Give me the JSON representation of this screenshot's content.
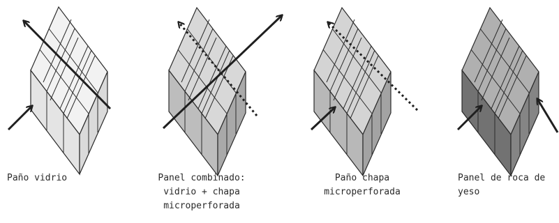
{
  "panels": [
    {
      "caption": "Paño vidrio",
      "fill": "#ececec"
    },
    {
      "caption": "Panel combinado:\nvidrio + chapa\nmicroperforada",
      "fill": "#cfcfcf"
    },
    {
      "caption": "Paño chapa\nmicroperforada",
      "fill": "#c8c8c8"
    },
    {
      "caption": "Panel de roca de\nyeso",
      "fill": "#8a8a8a"
    }
  ],
  "colors": {
    "stroke": "#2b2b2b",
    "arrow": "#1f1f1f"
  }
}
